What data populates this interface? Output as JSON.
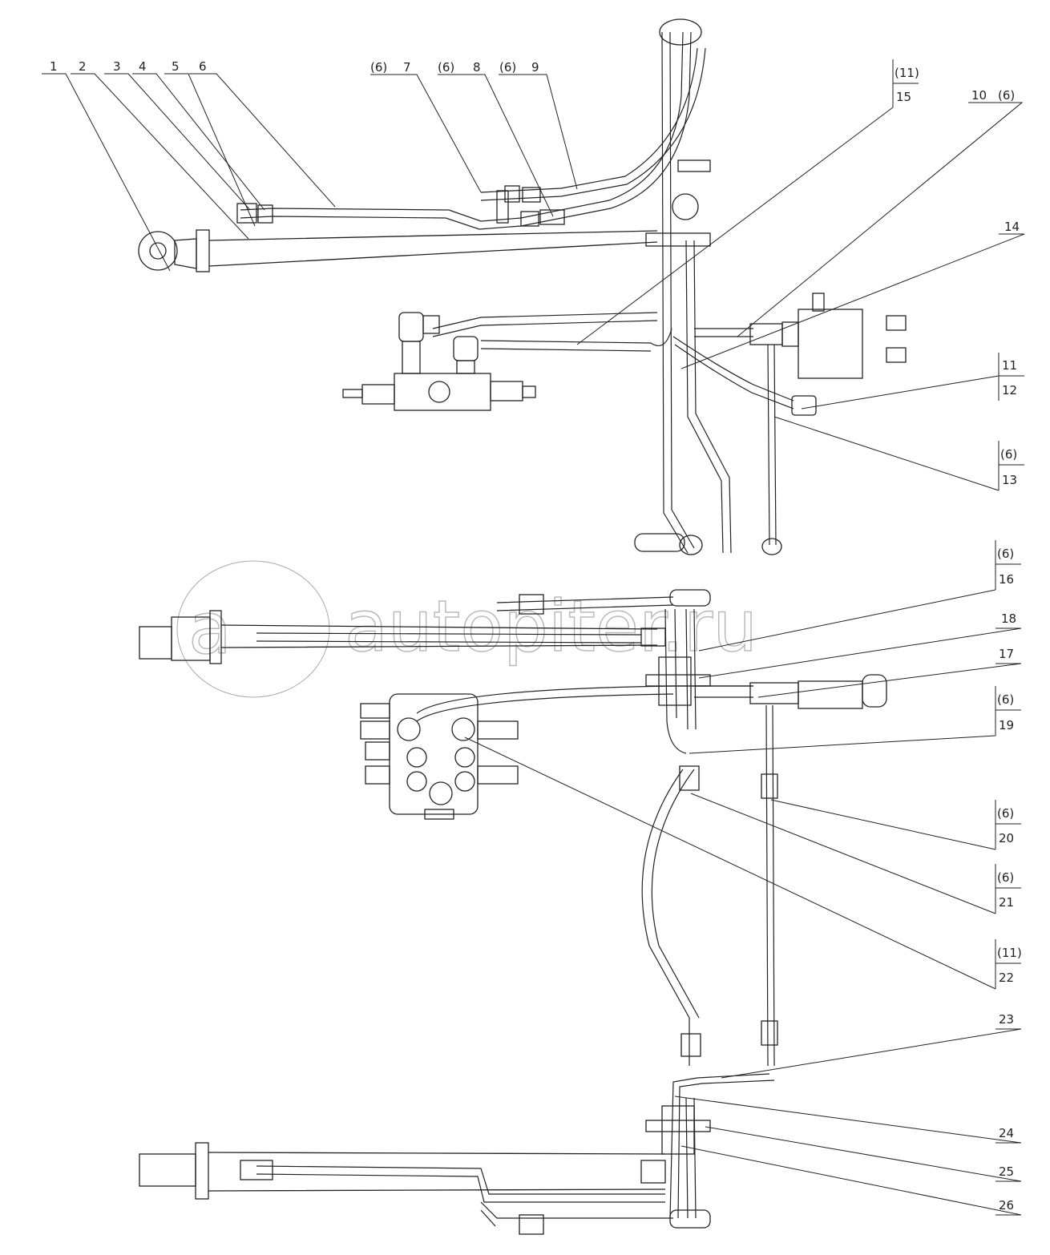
{
  "watermark": {
    "text": "autopiter.ru",
    "logo_text": "a"
  },
  "callouts": {
    "c1": "1",
    "c2": "2",
    "c3": "3",
    "c4": "4",
    "c5": "5",
    "c6": "6",
    "c7_qty": "(6)",
    "c7": "7",
    "c8_qty": "(6)",
    "c8": "8",
    "c9_qty": "(6)",
    "c9": "9",
    "c15_qty": "(11)",
    "c15": "15",
    "c10": "10",
    "c10_qty": "(6)",
    "c14": "14",
    "c11": "11",
    "c12": "12",
    "c13_qty": "(6)",
    "c13": "13",
    "c16_qty": "(6)",
    "c16": "16",
    "c18": "18",
    "c17": "17",
    "c19_qty": "(6)",
    "c19": "19",
    "c20_qty": "(6)",
    "c20": "20",
    "c21_qty": "(6)",
    "c21": "21",
    "c22_qty": "(11)",
    "c22": "22",
    "c23": "23",
    "c24": "24",
    "c25": "25",
    "c26": "26"
  }
}
